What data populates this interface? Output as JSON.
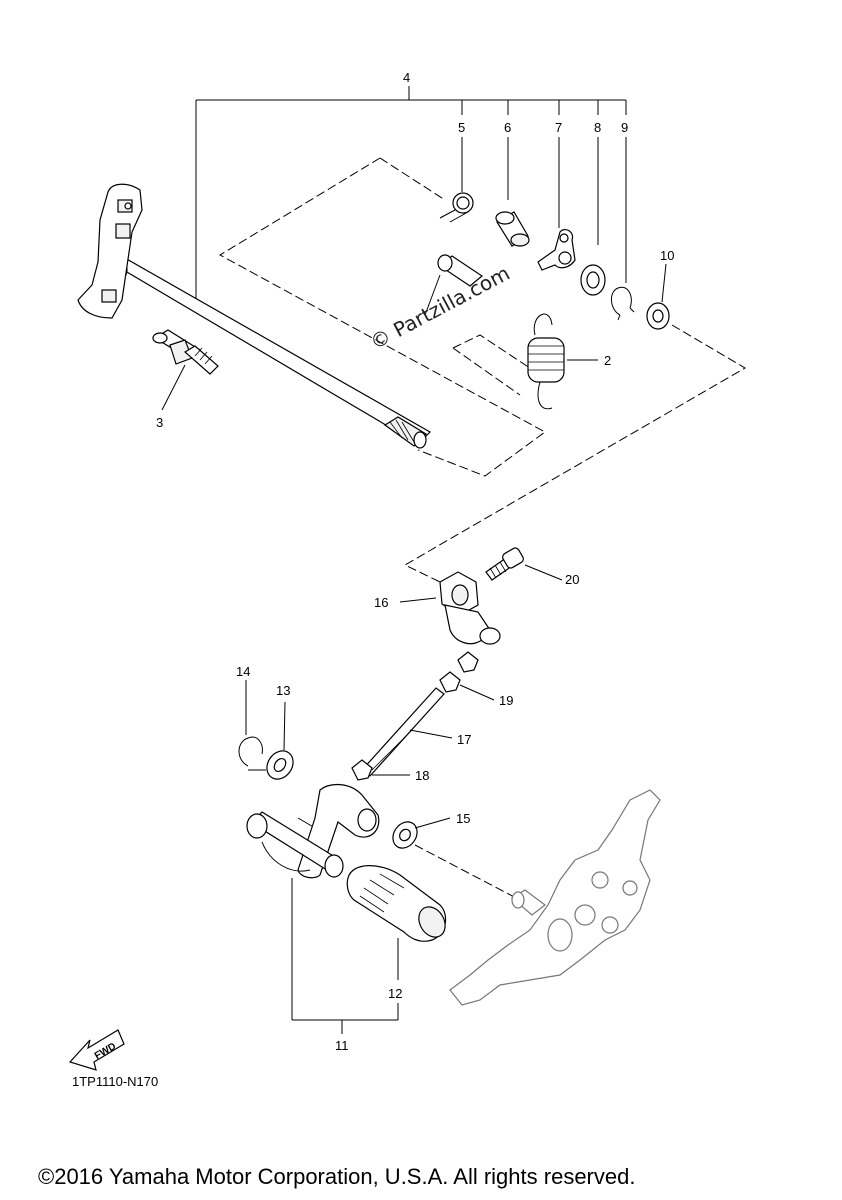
{
  "callouts": {
    "c2": "2",
    "c3": "3",
    "c4": "4",
    "c5": "5",
    "c6": "6",
    "c7": "7",
    "c8": "8",
    "c9": "9",
    "c10": "10",
    "c11": "11",
    "c12": "12",
    "c13": "13",
    "c14": "14",
    "c15": "15",
    "c16": "16",
    "c17": "17",
    "c18": "18",
    "c19": "19",
    "c20": "20"
  },
  "watermark": "© Partzilla.com",
  "fwd_label": "FWD",
  "diagram_code": "1TP1110-N170",
  "copyright": "©2016 Yamaha Motor Corporation, U.S.A. All rights reserved."
}
